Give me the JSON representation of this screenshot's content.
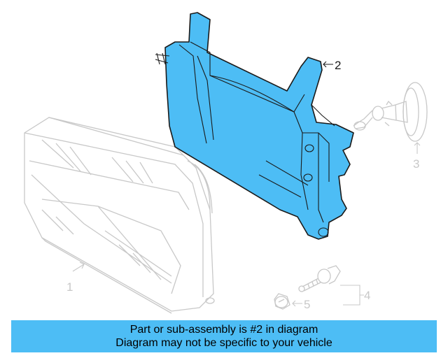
{
  "colors": {
    "highlight": "#4dbdf5",
    "highlight_stroke": "#1a1a1a",
    "ghost_stroke": "#c8c8c8",
    "banner_bg": "#4dbdf5"
  },
  "callouts": {
    "part1": "1",
    "part2": "2",
    "part3": "3",
    "part4": "4",
    "part5": "5"
  },
  "banner": {
    "line1": "Part or sub-assembly is #2 in diagram",
    "line2": "Diagram may not be specific to your vehicle"
  }
}
